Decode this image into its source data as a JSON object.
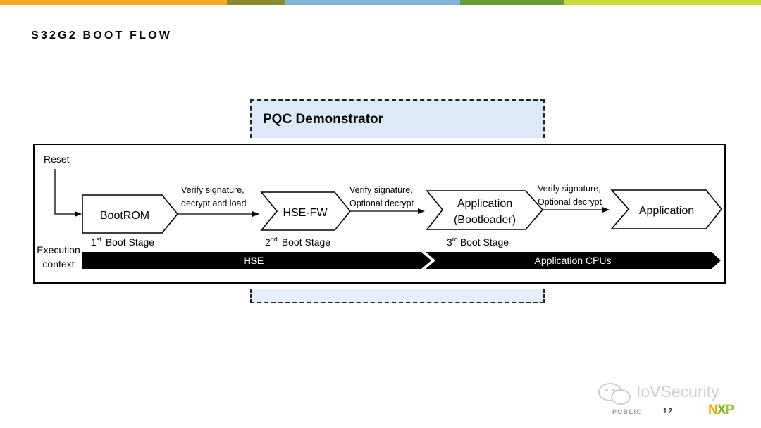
{
  "colors": {
    "bar": [
      "#f5a623",
      "#8c8a2e",
      "#80b4d8",
      "#6a9a36",
      "#c8d93c"
    ],
    "pqc_fill": "#dce9f6"
  },
  "page": {
    "title": "S32G2 BOOT FLOW"
  },
  "pqc": {
    "label": "PQC Demonstrator"
  },
  "diagram": {
    "reset": "Reset",
    "stages": [
      {
        "line1": "BootROM",
        "line2": ""
      },
      {
        "line1": "HSE-FW",
        "line2": ""
      },
      {
        "line1": "Application",
        "line2": "(Bootloader)"
      },
      {
        "line1": "Application",
        "line2": ""
      }
    ],
    "arrows": [
      {
        "line1": "Verify signature,",
        "line2": "decrypt and load"
      },
      {
        "line1": "Verify  signature,",
        "line2": "Optional decrypt"
      },
      {
        "line1": "Verify  signature,",
        "line2": "Optional decrypt"
      }
    ],
    "boot_stages": [
      {
        "ord": "1",
        "sup": "st",
        "text": "Boot Stage"
      },
      {
        "ord": "2",
        "sup": "nd",
        "text": "Boot Stage"
      },
      {
        "ord": "3",
        "sup": "rd",
        "text": "Boot Stage"
      }
    ],
    "context_label": [
      "Execution",
      "context"
    ],
    "contexts": [
      "HSE",
      "Application CPUs"
    ]
  },
  "watermark": "IoVSecurity",
  "footer": {
    "classification": "PUBLIC",
    "page": "12"
  },
  "logo": {
    "n": "N",
    "x": "X",
    "p": "P"
  }
}
